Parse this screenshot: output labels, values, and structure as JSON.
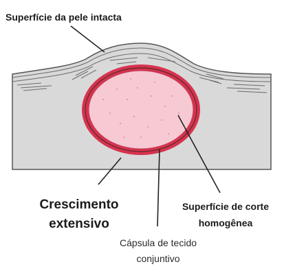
{
  "diagram": {
    "labels": {
      "intact_skin": "Superfície da pele intacta",
      "growth_line1": "Crescimento",
      "growth_line2": "extensivo",
      "cut_surface_line1": "Superfície de corte",
      "cut_surface_line2": "homogênea",
      "capsule_line1": "Cápsula de tecido",
      "capsule_line2": "conjuntivo"
    },
    "colors": {
      "tissue_fill": "#d9d9d9",
      "tissue_outline": "#555555",
      "capsule": "#d6334f",
      "lesion_fill": "#f6c9d3",
      "leader_line": "#222222"
    }
  }
}
